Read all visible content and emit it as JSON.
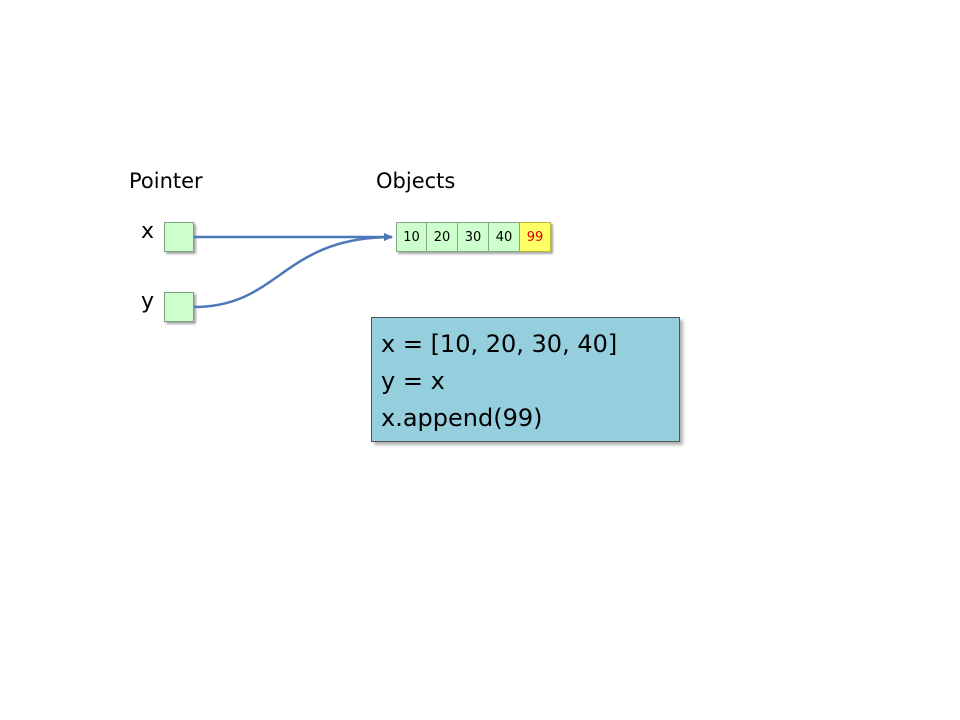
{
  "headings": {
    "pointer": "Pointer",
    "objects": "Objects"
  },
  "variables": [
    {
      "name": "x"
    },
    {
      "name": "y"
    }
  ],
  "list_object": {
    "cells": [
      "10",
      "20",
      "30",
      "40",
      "99"
    ],
    "highlighted_index": 4
  },
  "code": {
    "lines": [
      "x = [10, 20, 30, 40]",
      "y = x",
      "x.append(99)"
    ]
  },
  "colors": {
    "cell_fill": "#ccffcc",
    "new_cell_fill": "#ffff66",
    "new_cell_text": "#e00000",
    "arrow": "#4a78b8",
    "code_fill": "#95cfde"
  }
}
